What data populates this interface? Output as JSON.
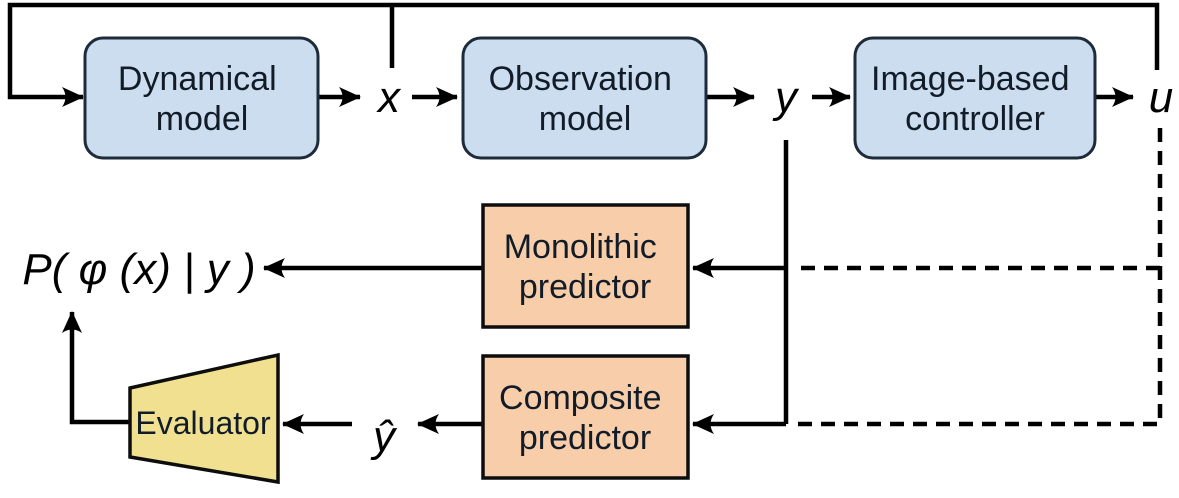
{
  "nodes": {
    "dynamical": {
      "lines": [
        "Dynamical",
        "model"
      ]
    },
    "observation": {
      "lines": [
        "Observation",
        "model"
      ]
    },
    "controller": {
      "lines": [
        "Image-based",
        "controller"
      ]
    },
    "monolithic": {
      "lines": [
        "Monolithic",
        "predictor"
      ]
    },
    "composite": {
      "lines": [
        "Composite",
        "predictor"
      ]
    },
    "evaluator": {
      "label": "Evaluator"
    }
  },
  "signals": {
    "state": "x",
    "observation": "y",
    "control": "u",
    "predicted_observation": "ŷ",
    "posterior": "P( φ (x) | y )"
  },
  "colors": {
    "model_fill": "#cbddee",
    "model_stroke": "#1d2b3a",
    "predictor_fill": "#f8cda9",
    "predictor_stroke": "#0d0d0d",
    "evaluator_fill": "#f1e08f",
    "evaluator_stroke": "#0d0d0d",
    "line": "#000000",
    "node_text": "#121c28",
    "math_text": "#000000",
    "background": "#ffffff"
  }
}
